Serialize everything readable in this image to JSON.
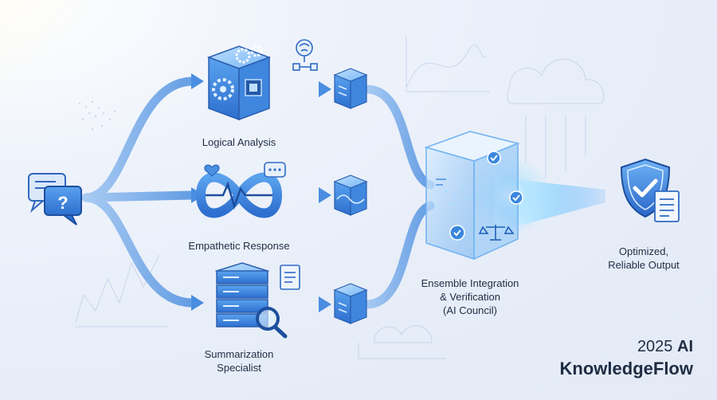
{
  "labels": {
    "logical": "Logical Analysis",
    "empathetic": "Empathetic Response",
    "summ_line1": "Summarization",
    "summ_line2": "Specialist",
    "ensemble_line1": "Ensemble Integration",
    "ensemble_line2": "& Verification",
    "ensemble_line3": "(AI Council)",
    "output_line1": "Optimized,",
    "output_line2": "Reliable Output"
  },
  "brand": {
    "line1_prefix": "2025 ",
    "line1_bold": "AI",
    "line2": "KnowledgeFlow"
  },
  "icons": {
    "input": "question-chat-icon",
    "logical": "gears-chip-cube-icon",
    "empathetic": "heartbeat-infinity-icon",
    "summarization": "server-magnifier-icon",
    "ensemble": "glass-cube-scales-icon",
    "output": "shield-check-document-icon"
  },
  "colors": {
    "accent": "#3a86de",
    "accent_dark": "#1f5fb8",
    "text": "#1f2d44",
    "beam": "#7fd0ff"
  }
}
